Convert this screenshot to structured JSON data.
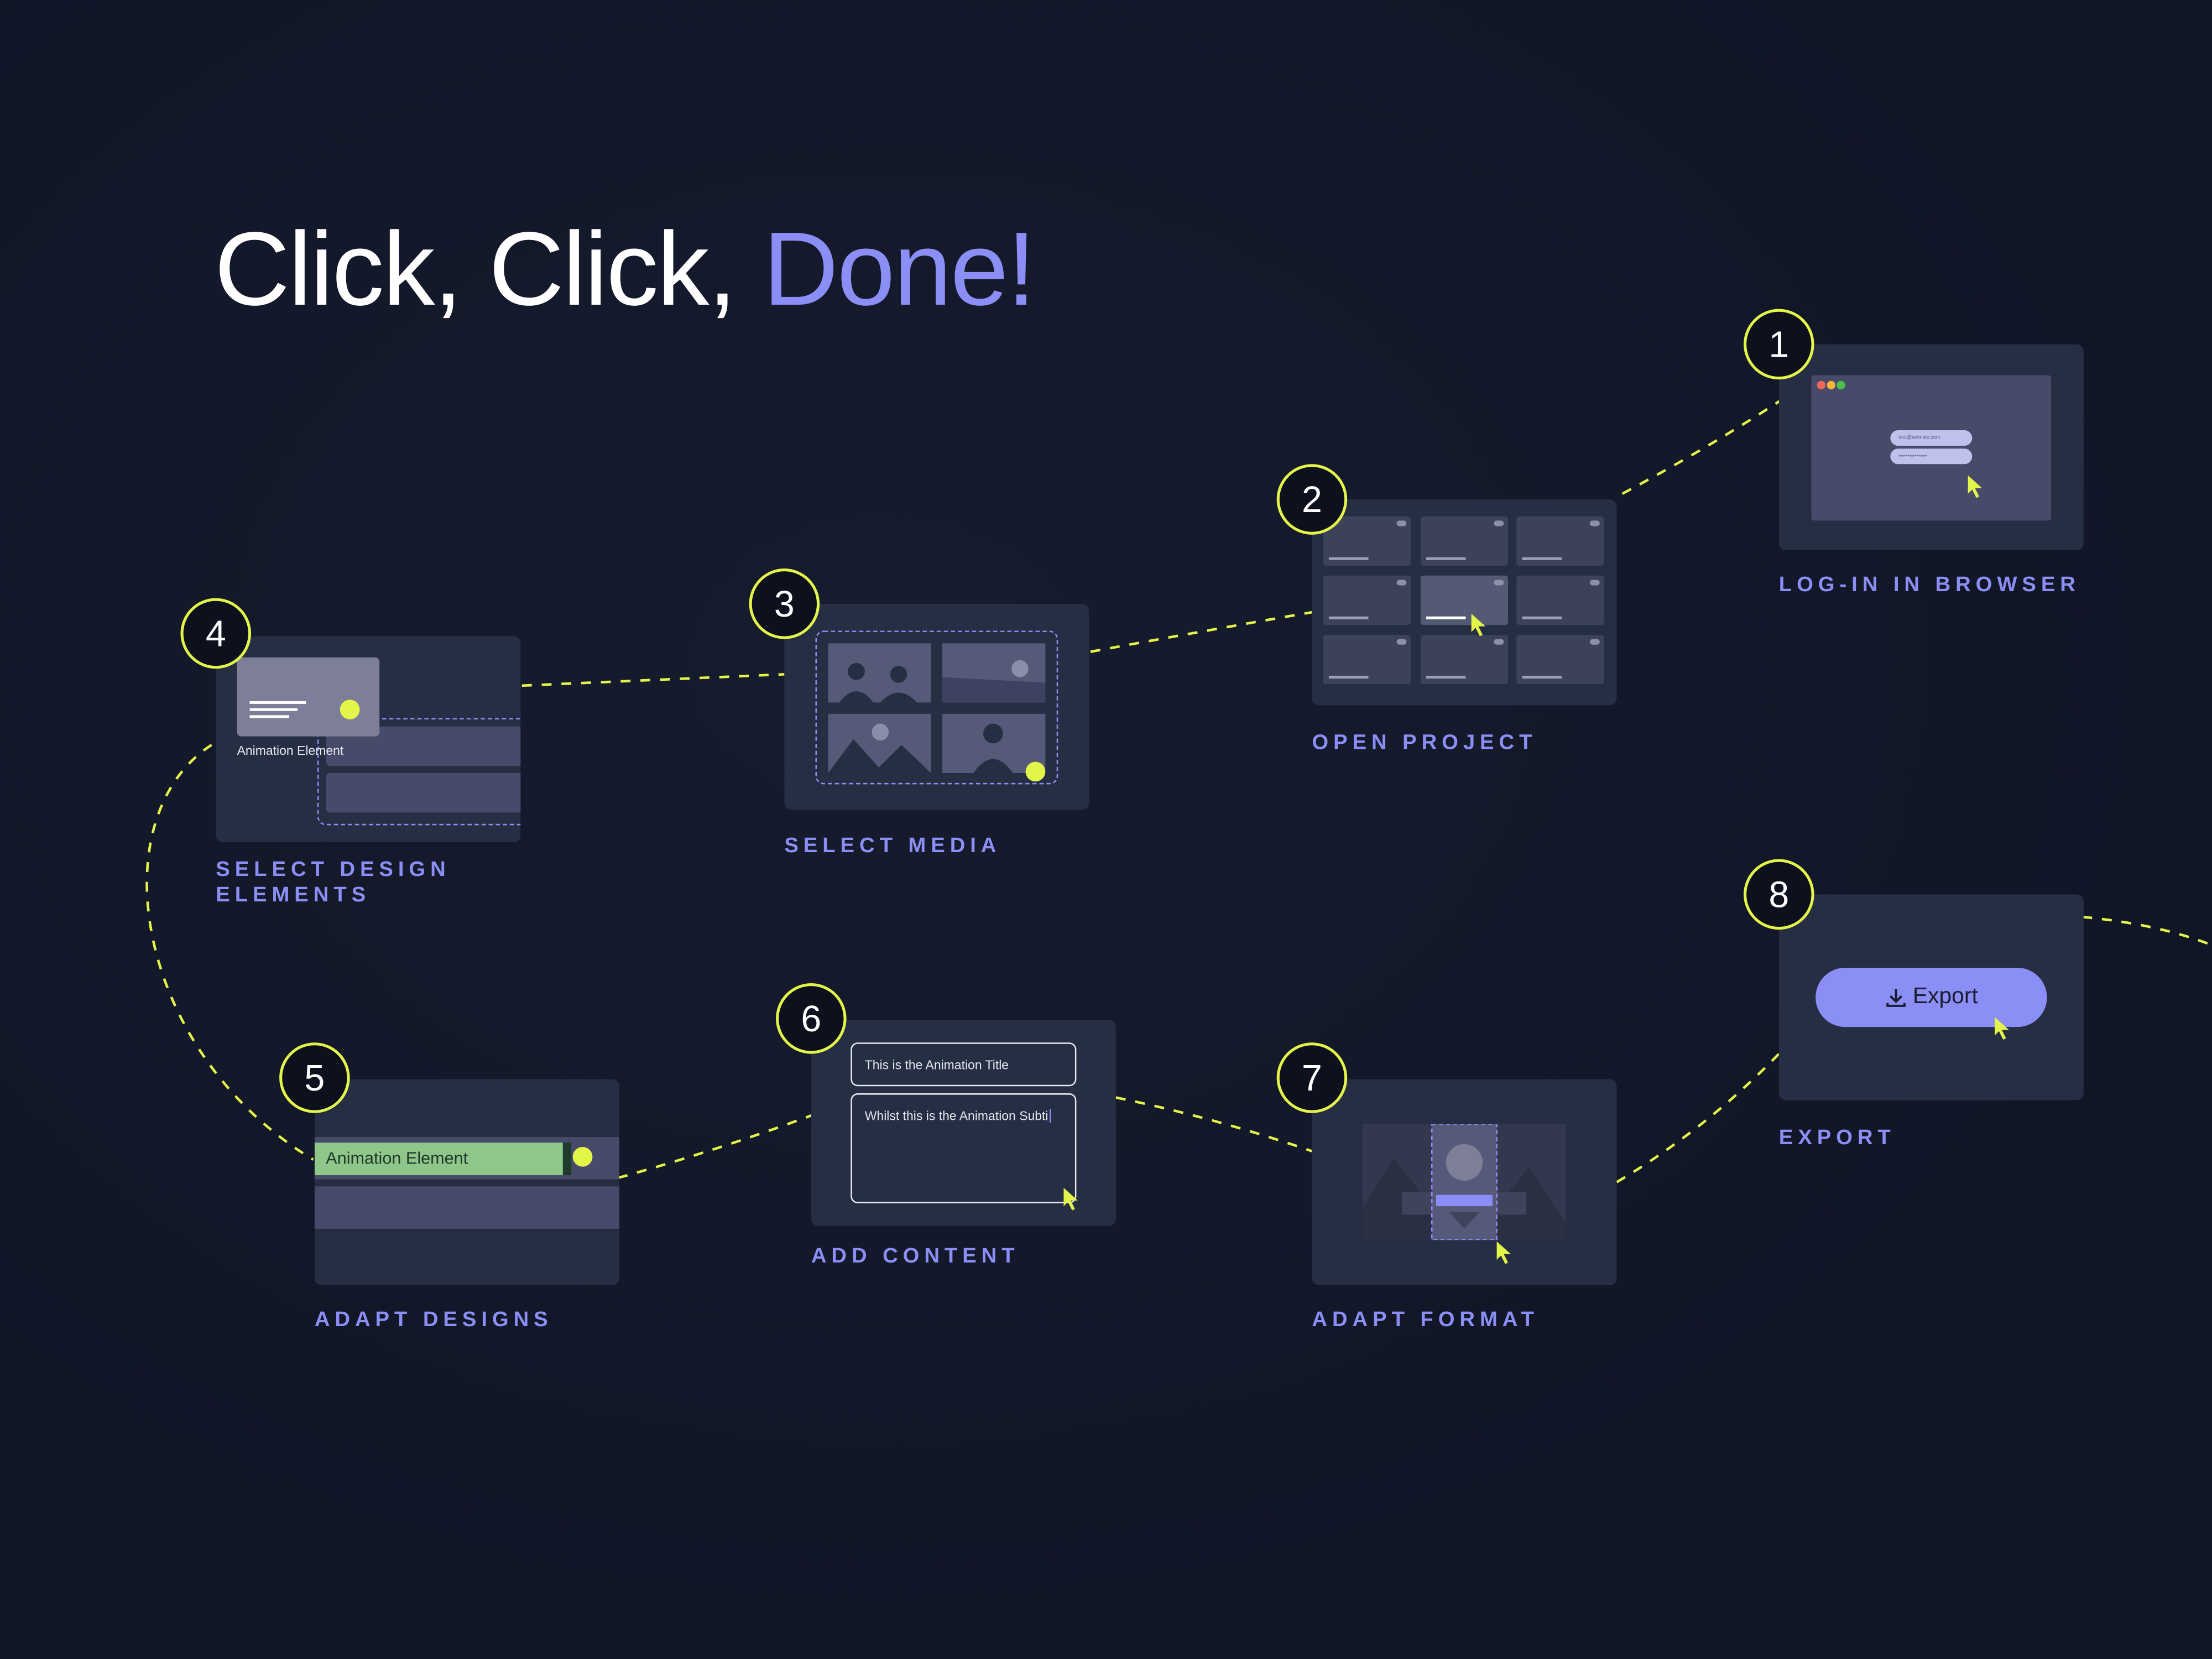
{
  "title": {
    "part1": "Click, Click, ",
    "part2": "Done!"
  },
  "colors": {
    "background": "#111627",
    "card": "#252e43",
    "accent": "#8b8ff5",
    "highlight": "#e4f54a"
  },
  "steps": [
    {
      "number": "1",
      "label": "LOG-IN IN BROWSER",
      "email": "test@animate.com",
      "password": "*************"
    },
    {
      "number": "2",
      "label": "OPEN PROJECT"
    },
    {
      "number": "3",
      "label": "SELECT MEDIA"
    },
    {
      "number": "4",
      "label": "SELECT DESIGN ELEMENTS",
      "element_caption": "Animation Element"
    },
    {
      "number": "5",
      "label": "ADAPT DESIGNS",
      "element_label": "Animation Element"
    },
    {
      "number": "6",
      "label": "ADD CONTENT",
      "title_field": "This is the Animation Title",
      "subtitle_field": "Whilst this is the Animation Subti"
    },
    {
      "number": "7",
      "label": "ADAPT FORMAT"
    },
    {
      "number": "8",
      "label": "EXPORT",
      "button": "Export"
    }
  ]
}
